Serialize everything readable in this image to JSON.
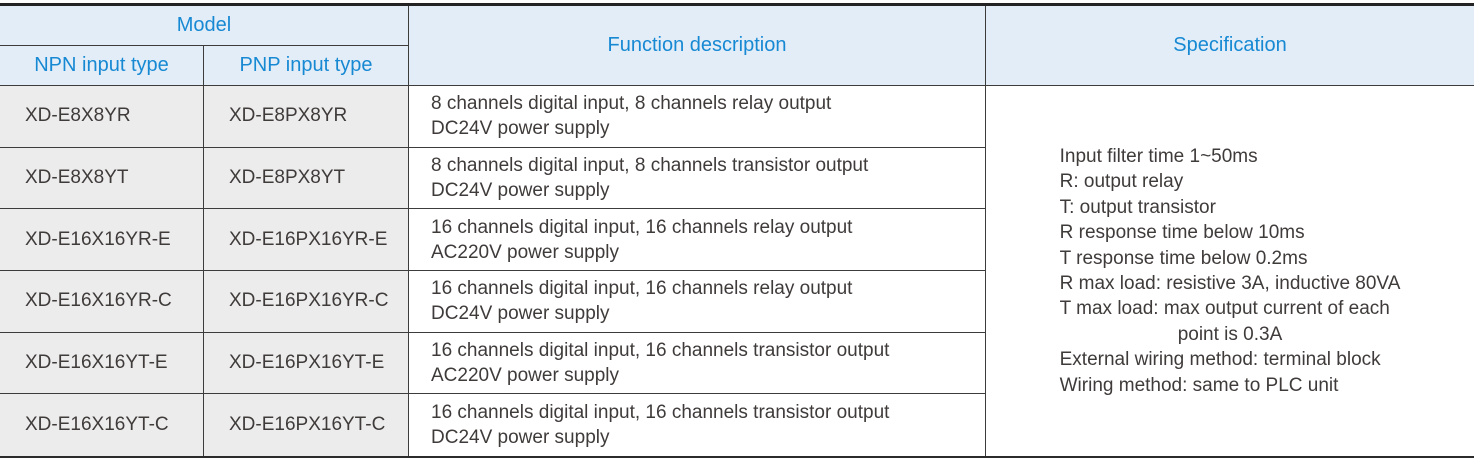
{
  "table": {
    "header": {
      "model": "Model",
      "npn": "NPN input type",
      "pnp": "PNP input type",
      "function": "Function description",
      "specification": "Specification"
    },
    "rows": [
      {
        "npn": "XD-E8X8YR",
        "pnp": "XD-E8PX8YR",
        "desc_line1": "8 channels digital input, 8 channels relay output",
        "desc_line2": "DC24V power supply"
      },
      {
        "npn": "XD-E8X8YT",
        "pnp": "XD-E8PX8YT",
        "desc_line1": "8 channels digital input, 8 channels transistor output",
        "desc_line2": "DC24V power supply"
      },
      {
        "npn": "XD-E16X16YR-E",
        "pnp": "XD-E16PX16YR-E",
        "desc_line1": "16 channels digital input, 16 channels relay output",
        "desc_line2": "AC220V power supply"
      },
      {
        "npn": "XD-E16X16YR-C",
        "pnp": "XD-E16PX16YR-C",
        "desc_line1": "16 channels digital input, 16 channels relay output",
        "desc_line2": "DC24V power supply"
      },
      {
        "npn": "XD-E16X16YT-E",
        "pnp": "XD-E16PX16YT-E",
        "desc_line1": "16 channels digital input, 16 channels transistor output",
        "desc_line2": "AC220V power supply"
      },
      {
        "npn": "XD-E16X16YT-C",
        "pnp": "XD-E16PX16YT-C",
        "desc_line1": "16 channels digital input, 16 channels transistor output",
        "desc_line2": "DC24V power supply"
      }
    ],
    "specification": {
      "lines": [
        "Input filter time 1~50ms",
        "R: output relay",
        "T: output transistor",
        "R response time below 10ms",
        "T response time below 0.2ms",
        "R max load: resistive 3A, inductive 80VA",
        "T max load: max output current of each",
        "point is 0.3A",
        "External wiring method: terminal block",
        "Wiring method: same to PLC unit"
      ]
    },
    "colors": {
      "header_bg": "#e2edf8",
      "header_text": "#1789d3",
      "model_cell_bg": "#edecec",
      "body_text": "#3f3b3a",
      "thin_border": "#3c3c3c",
      "thick_border": "#232323"
    }
  }
}
